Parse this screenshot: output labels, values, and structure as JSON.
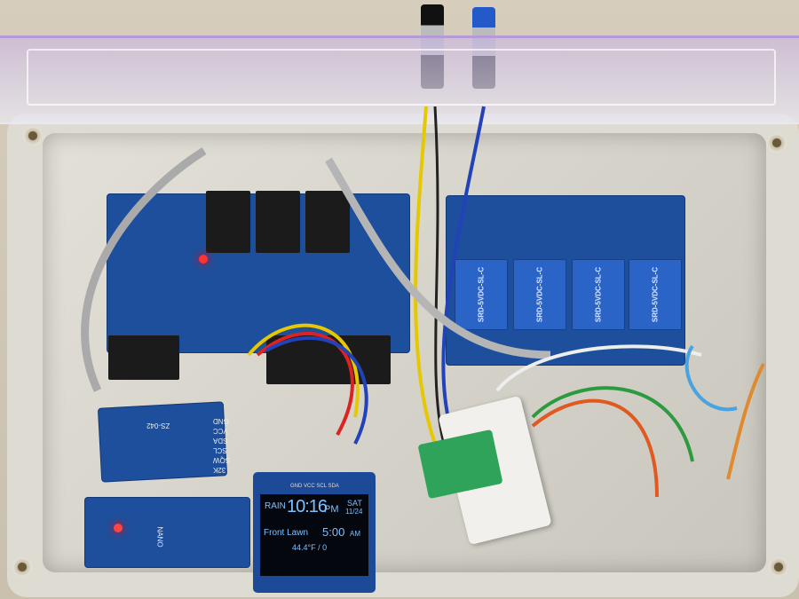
{
  "scene": "electronics-enclosure-photo",
  "oled_display": {
    "header_pins": "GND VCC SCL SDA",
    "mode": "RAIN",
    "time": "10:16",
    "time_suffix": "PM",
    "day": "SAT",
    "date": "11/24",
    "zone": "Front Lawn",
    "next_time": "5:00",
    "next_suffix": "AM",
    "reading": "44.4°F / 0"
  },
  "rtc_module": {
    "label": "ZS-042",
    "pins": [
      "GND",
      "VCC",
      "SDA",
      "SCL",
      "SQW",
      "32K"
    ]
  },
  "relay_board": {
    "relay_label": "SRD-5VDC-SL-C",
    "relay_count": 4
  },
  "arduino": {
    "label": "NANO"
  },
  "colors": {
    "pcb": "#1d4f9c",
    "relay": "#2a64c6",
    "oled_text": "#7cc0ff",
    "terminal": "#2fa35a",
    "lid_tint": "#b59bd6"
  }
}
